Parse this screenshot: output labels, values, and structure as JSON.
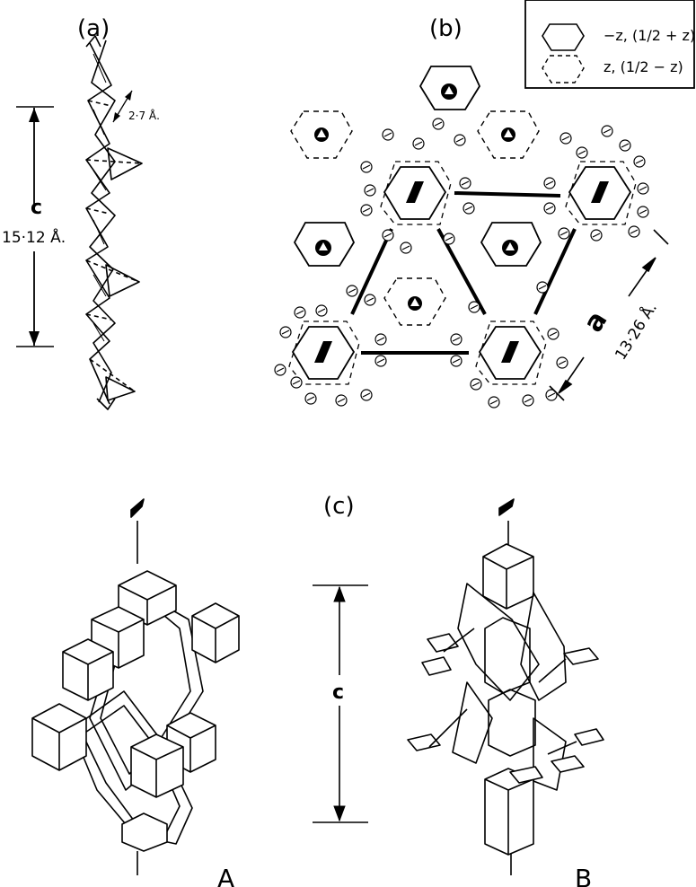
{
  "panels": {
    "a": {
      "label": "(a)",
      "pitch_label": "2·7 Å.",
      "axis_letter": "c",
      "axis_length": "15·12 Å."
    },
    "b": {
      "label": "(b)",
      "axis_letter": "a",
      "axis_length": "13·26 Å."
    },
    "c": {
      "label": "(c)",
      "axis_letter": "c",
      "sub_a": "A",
      "sub_b": "B"
    }
  },
  "legend": {
    "solid": "−z, (1/2 + z)",
    "dashed": "z, (1/2 − z)"
  },
  "colors": {
    "ink": "#000000",
    "paper": "#ffffff"
  },
  "icons": {
    "screw_axis": "sixfold-screw-axis-icon",
    "triad": "threefold-axis-icon"
  }
}
